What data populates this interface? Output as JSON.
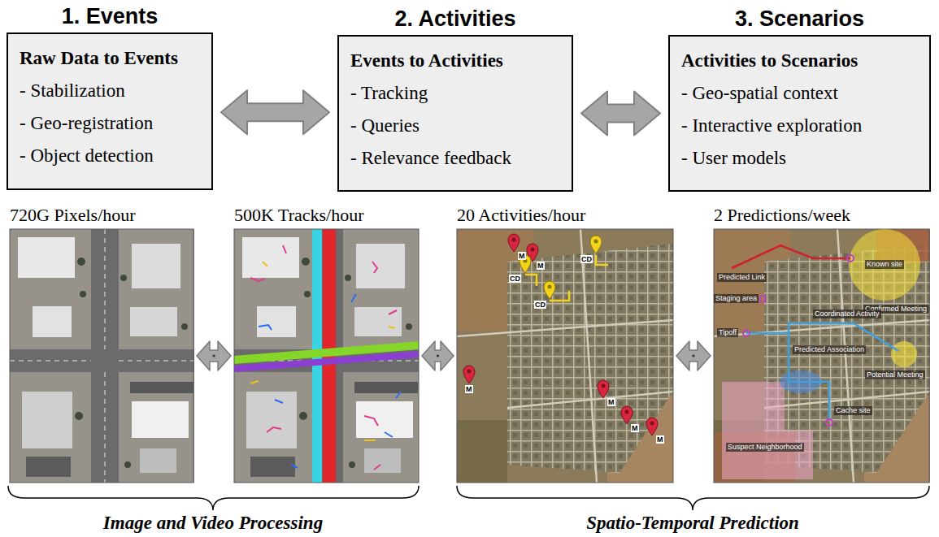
{
  "diagram": {
    "nodes": [
      {
        "text": [
          "1. Events",
          "Raw Data to Events",
          "- Stabilization",
          "- Geo-registration",
          "- Object detection"
        ]
      },
      {
        "text": [
          "2. Activities",
          "Events to Activities",
          "- Tracking",
          "- Queries",
          "- Relevance feedback"
        ]
      },
      {
        "text": [
          "3. Scenarios",
          "Activities to Scenarios",
          "- Geo-spatial context",
          "- Interactive exploration",
          "- User models"
        ]
      },
      {
        "text": [
          "720G Pixels/hour"
        ]
      },
      {
        "text": [
          "500K Tracks/hour"
        ]
      },
      {
        "text": [
          "20 Activities/hour"
        ]
      },
      {
        "text": [
          "2 Predictions/week"
        ]
      }
    ],
    "edges": [
      {
        "from": 0,
        "to": 1,
        "arrow": "both"
      },
      {
        "from": 1,
        "to": 2,
        "arrow": "both"
      },
      {
        "from": 3,
        "to": 4,
        "arrow": "both"
      },
      {
        "from": 4,
        "to": 5,
        "arrow": "both"
      },
      {
        "from": 5,
        "to": 6,
        "arrow": "both"
      }
    ],
    "labels": [
      "M",
      "CD",
      "M",
      "CD",
      "CD",
      "M",
      "M",
      "M",
      "M",
      "Predicted Link",
      "Known site",
      "Confirmed Meeting",
      "Staging area",
      "Tipoff",
      "Coordinated Activity",
      "Potential Meeting",
      "Predicted Association",
      "Cache site",
      "Suspect Neighborhood",
      "Image and Video Processing",
      "Spatio-Temporal Prediction"
    ]
  }
}
